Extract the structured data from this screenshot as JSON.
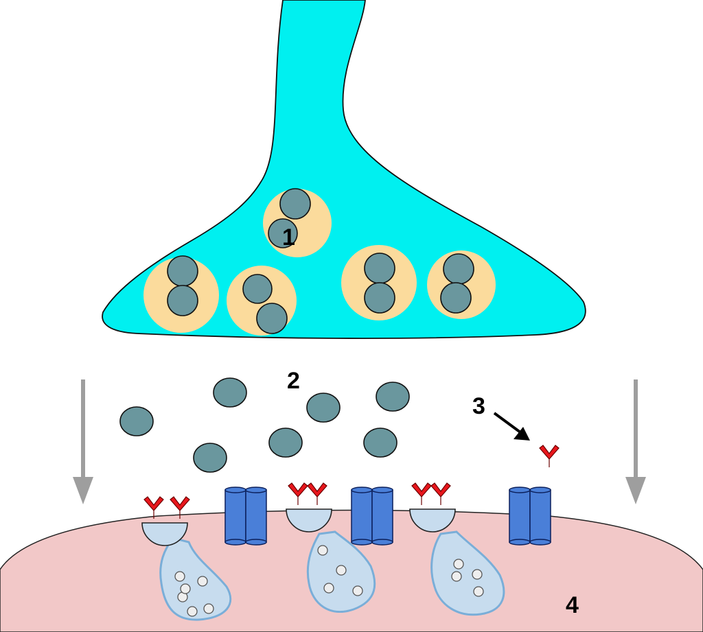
{
  "labels": {
    "presynaptic_vesicles": "1",
    "released_molecules": "2",
    "receptor_molecule": "3",
    "postsynaptic_cell": "4"
  },
  "colors": {
    "presynaptic_terminal": "#00f0f0",
    "vesicle": "#fbdb9c",
    "neurotransmitter": "#6a979e",
    "receptor": "#e8161c",
    "ion_channel": "#4a7fd8",
    "postsynaptic_membrane": "#f2c8c8",
    "receptor_complex": "#c7dcee",
    "flow_arrow": "#9e9e9e"
  }
}
